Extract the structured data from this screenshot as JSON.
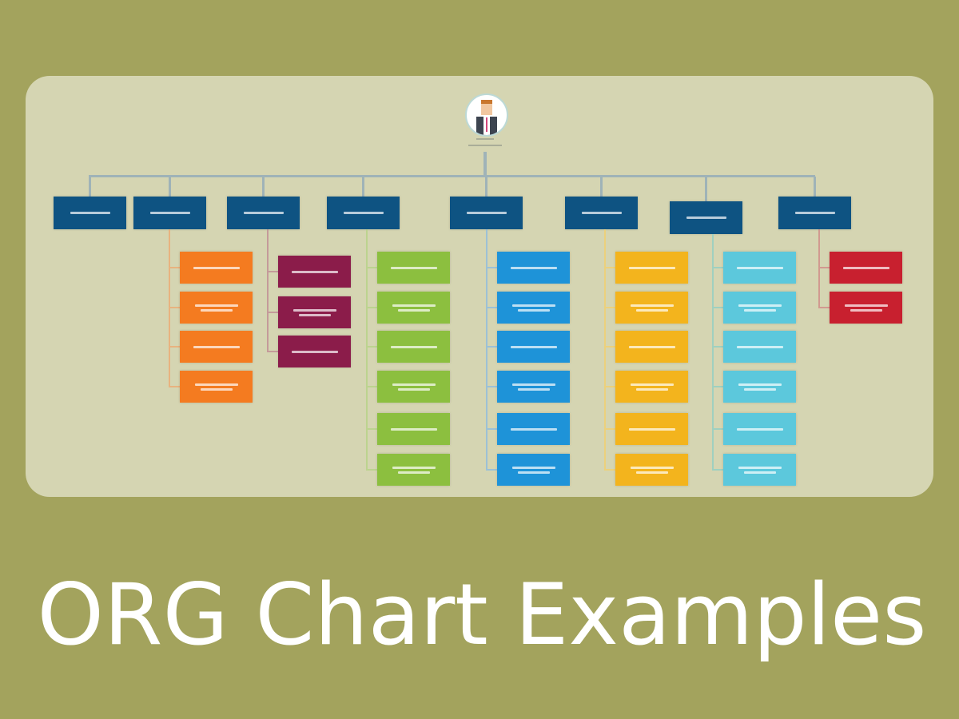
{
  "title": "ORG Chart Examples",
  "colors": {
    "background": "#a3a35d",
    "panel": "#d5d5b2",
    "head": "#0e5382"
  },
  "departments": [
    {
      "color": "#0e5382",
      "children": 0,
      "childColor": null
    },
    {
      "color": "#0e5382",
      "children": 4,
      "childColor": "#f47b20",
      "lineColor": "#e8b37f"
    },
    {
      "color": "#0e5382",
      "children": 3,
      "childColor": "#8b1c4a",
      "lineColor": "#c49a9a"
    },
    {
      "color": "#0e5382",
      "children": 6,
      "childColor": "#8cbf3f",
      "lineColor": "#bcd38f"
    },
    {
      "color": "#0e5382",
      "children": 6,
      "childColor": "#1e93d8",
      "lineColor": "#9cc1d6"
    },
    {
      "color": "#0e5382",
      "children": 6,
      "childColor": "#f3b41d",
      "lineColor": "#ecd17c"
    },
    {
      "color": "#0e5382",
      "children": 6,
      "childColor": "#5cc8dc",
      "lineColor": "#9fd0c0"
    },
    {
      "color": "#0e5382",
      "children": 2,
      "childColor": "#c8202f",
      "lineColor": "#d19a90"
    }
  ]
}
